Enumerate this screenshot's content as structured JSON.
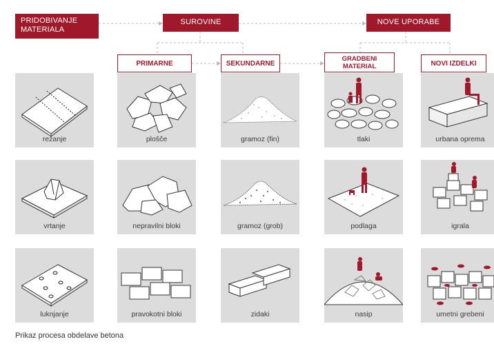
{
  "headers": {
    "pridobivanje": "PRIDOBIVANJE MATERIALA",
    "surovine": "SUROVINE",
    "nove_uporabe": "NOVE UPORABE"
  },
  "subheaders": {
    "primarne": "PRIMARNE",
    "sekundarne": "SEKUNDARNE",
    "gradbeni_material": "GRADBENI MATERIAL",
    "novi_izdelki": "NOVI IZDELKI"
  },
  "tiles": {
    "row1": [
      "rezanje",
      "plošče",
      "gramoz (fin)",
      "tlaki",
      "urbana oprema"
    ],
    "row2": [
      "vrtanje",
      "nepravilni bloki",
      "gramoz (grob)",
      "podlaga",
      "igrala"
    ],
    "row3": [
      "luknjanje",
      "pravokotni bloki",
      "zidaki",
      "nasip",
      "umetni grebeni"
    ]
  },
  "caption": "Prikaz procesa obdelave betona",
  "colors": {
    "accent": "#a0192b",
    "tile": "#dcdcdc"
  }
}
